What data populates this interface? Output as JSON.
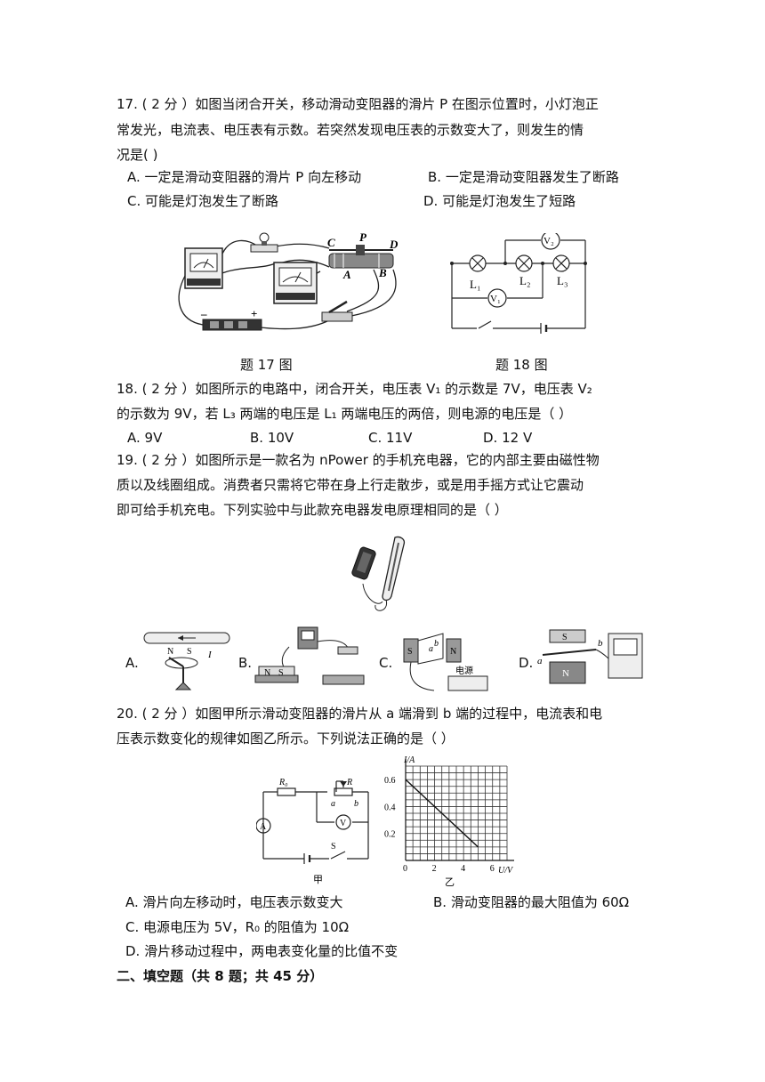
{
  "q17": {
    "lines": [
      "17. ( 2 分 ）如图当闭合开关，移动滑动变阻器的滑片 P 在图示位置时，小灯泡正",
      "常发光，电流表、电压表有示数。若突然发现电压表的示数变大了，则发生的情",
      "况是(    )"
    ],
    "options": [
      "A. 一定是滑动变阻器的滑片 P 向左移动",
      "B. 一定是滑动变阻器发生了断路",
      "C. 可能是灯泡发生了断路",
      "D. 可能是灯泡发生了短路"
    ],
    "caption": "题 17 图",
    "fig_labels": {
      "C": "C",
      "P": "P",
      "D": "D",
      "A": "A",
      "B": "B",
      "minus": "–",
      "plus": "+"
    }
  },
  "q18": {
    "caption": "题 18 图",
    "fig_labels": {
      "V2": "V₂",
      "V1": "V₁",
      "L1": "L₁",
      "L2": "L₂",
      "L3": "L₃"
    },
    "lines": [
      "18. ( 2 分 ）如图所示的电路中，闭合开关，电压表 V₁ 的示数是 7V，电压表 V₂",
      "的示数为 9V，若 L₃ 两端的电压是 L₁ 两端电压的两倍，则电源的电压是（    ）"
    ],
    "options": [
      "A. 9V",
      "B. 10V",
      "C. 11V",
      "D. 12 V"
    ]
  },
  "q19": {
    "lines": [
      "19. ( 2 分 ）如图所示是一款名为 nPower 的手机充电器，它的内部主要由磁性物",
      "质以及线圈组成。消费者只需将它带在身上行走散步，或是用手摇方式让它震动",
      "即可给手机充电。下列实验中与此款充电器发电原理相同的是（      ）"
    ],
    "options": [
      "A.",
      "B.",
      "C.",
      "D."
    ],
    "fig_labels": {
      "N": "N",
      "S": "S",
      "I": "I",
      "a": "a",
      "b": "b",
      "power": "电源"
    }
  },
  "q20": {
    "lines": [
      "20. ( 2 分 ）如图甲所示滑动变阻器的滑片从 a 端滑到 b 端的过程中，电流表和电",
      "压表示数变化的规律如图乙所示。下列说法正确的是（    ）"
    ],
    "fig_labels": {
      "R0": "R₀",
      "R": "R",
      "a": "a",
      "b": "b",
      "A": "A",
      "V": "V",
      "S": "S",
      "jia": "甲",
      "yi": "乙"
    },
    "options": [
      "A.  滑片向左移动时，电压表示数变大",
      "B. 滑动变阻器的最大阻值为 60Ω",
      "C. 电源电压为 5V，R₀ 的阻值为 10Ω",
      "D. 滑片移动过程中，两电表变化量的比值不变"
    ]
  },
  "chart_data": {
    "type": "line",
    "xlabel": "U/V",
    "ylabel": "I/A",
    "x_ticks": [
      "0",
      "2",
      "4",
      "6"
    ],
    "y_ticks": [
      "0.2",
      "0.4",
      "0.6"
    ],
    "xlim": [
      0,
      7
    ],
    "ylim": [
      0,
      0.7
    ],
    "grid": true,
    "series": [
      {
        "x": [
          0,
          5
        ],
        "y": [
          0.6,
          0.1
        ]
      }
    ]
  },
  "section2": "二、填空题（共 8 题；共 45 分）"
}
